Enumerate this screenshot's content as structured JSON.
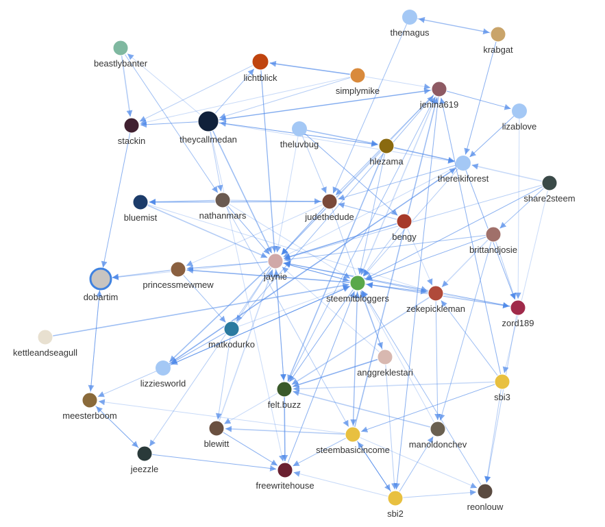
{
  "graph": {
    "type": "directed-network",
    "colors": {
      "edge": "#4a86e8",
      "default_node": "#a4c8f5",
      "highlight_ring": "#3f82e0",
      "label": "#333333"
    },
    "nodes": [
      {
        "id": "themagus",
        "avatar": "default"
      },
      {
        "id": "krabgat",
        "avatar": "#c9a46a"
      },
      {
        "id": "beastlybanter",
        "avatar": "#7fb8a0"
      },
      {
        "id": "lichtblick",
        "avatar": "#c0440e"
      },
      {
        "id": "simplymike",
        "avatar": "#d98a3c"
      },
      {
        "id": "jenina619",
        "avatar": "#8e5a63"
      },
      {
        "id": "lizablove",
        "avatar": "default"
      },
      {
        "id": "stackin",
        "avatar": "#402030"
      },
      {
        "id": "theycallmedan",
        "avatar": "#10203a"
      },
      {
        "id": "theluvbug",
        "avatar": "default"
      },
      {
        "id": "hlezama",
        "avatar": "#8a6a10"
      },
      {
        "id": "thereikiforest",
        "avatar": "default"
      },
      {
        "id": "share2steem",
        "avatar": "#3a4a48"
      },
      {
        "id": "bluemist",
        "avatar": "#1c3c6a"
      },
      {
        "id": "nathanmars",
        "avatar": "#6a5a50"
      },
      {
        "id": "judethedude",
        "avatar": "#7a4a3a"
      },
      {
        "id": "bengy",
        "avatar": "#a63a2a"
      },
      {
        "id": "brittandjosie",
        "avatar": "#a0706a"
      },
      {
        "id": "dobartim",
        "avatar": "#c8c4c0",
        "highlight": true
      },
      {
        "id": "princessmewmew",
        "avatar": "#8a6040"
      },
      {
        "id": "jaynie",
        "avatar": "#d0a8a8"
      },
      {
        "id": "steemitbloggers",
        "avatar": "#5aa84a"
      },
      {
        "id": "zekepickleman",
        "avatar": "#b04a3a"
      },
      {
        "id": "zord189",
        "avatar": "#a02a4a"
      },
      {
        "id": "kettleandseagull",
        "avatar": "#e8e0d0"
      },
      {
        "id": "matkodurko",
        "avatar": "#2a7aa0"
      },
      {
        "id": "anggreklestari",
        "avatar": "#d8b8b0"
      },
      {
        "id": "lizziesworld",
        "avatar": "default"
      },
      {
        "id": "sbi3",
        "avatar": "#e8c040"
      },
      {
        "id": "meesterboom",
        "avatar": "#8a6a3a"
      },
      {
        "id": "felt.buzz",
        "avatar": "#3a5a2a"
      },
      {
        "id": "blewitt",
        "avatar": "#6a5040"
      },
      {
        "id": "steembasicincome",
        "avatar": "#e8c040"
      },
      {
        "id": "manoldonchev",
        "avatar": "#6a6050"
      },
      {
        "id": "jeezzle",
        "avatar": "#2a3a3a"
      },
      {
        "id": "freewritehouse",
        "avatar": "#6a2030"
      },
      {
        "id": "sbi2",
        "avatar": "#e8c040"
      },
      {
        "id": "reonlouw",
        "avatar": "#5a4a40"
      }
    ],
    "edges": [
      [
        "krabgat",
        "themagus"
      ],
      [
        "themagus",
        "krabgat"
      ],
      [
        "themagus",
        "judethedude"
      ],
      [
        "krabgat",
        "thereikiforest"
      ],
      [
        "simplymike",
        "jenina619"
      ],
      [
        "theycallmedan",
        "jenina619"
      ],
      [
        "theycallmedan",
        "lichtblick"
      ],
      [
        "theycallmedan",
        "stackin"
      ],
      [
        "theycallmedan",
        "beastlybanter"
      ],
      [
        "theycallmedan",
        "nathanmars"
      ],
      [
        "theycallmedan",
        "jaynie"
      ],
      [
        "theycallmedan",
        "hlezama"
      ],
      [
        "theycallmedan",
        "thereikiforest"
      ],
      [
        "lichtblick",
        "stackin"
      ],
      [
        "lichtblick",
        "jaynie"
      ],
      [
        "simplymike",
        "lichtblick"
      ],
      [
        "simplymike",
        "stackin"
      ],
      [
        "simplymike",
        "theycallmedan"
      ],
      [
        "jenina619",
        "theycallmedan"
      ],
      [
        "jenina619",
        "lizablove"
      ],
      [
        "jenina619",
        "steemitbloggers"
      ],
      [
        "jenina619",
        "jaynie"
      ],
      [
        "jenina619",
        "judethedude"
      ],
      [
        "lizablove",
        "thereikiforest"
      ],
      [
        "lizablove",
        "zord189"
      ],
      [
        "beastlybanter",
        "stackin"
      ],
      [
        "beastlybanter",
        "nathanmars"
      ],
      [
        "stackin",
        "dobartim"
      ],
      [
        "theluvbug",
        "jaynie"
      ],
      [
        "theluvbug",
        "judethedude"
      ],
      [
        "theluvbug",
        "hlezama"
      ],
      [
        "theluvbug",
        "bengy"
      ],
      [
        "hlezama",
        "theycallmedan"
      ],
      [
        "hlezama",
        "jaynie"
      ],
      [
        "hlezama",
        "steemitbloggers"
      ],
      [
        "hlezama",
        "thereikiforest"
      ],
      [
        "thereikiforest",
        "jaynie"
      ],
      [
        "thereikiforest",
        "steemitbloggers"
      ],
      [
        "thereikiforest",
        "judethedude"
      ],
      [
        "thereikiforest",
        "zord189"
      ],
      [
        "share2steem",
        "thereikiforest"
      ],
      [
        "share2steem",
        "jaynie"
      ],
      [
        "share2steem",
        "brittandjosie"
      ],
      [
        "share2steem",
        "steemitbloggers"
      ],
      [
        "share2steem",
        "sbi3"
      ],
      [
        "bluemist",
        "jaynie"
      ],
      [
        "nathanmars",
        "bluemist"
      ],
      [
        "nathanmars",
        "jaynie"
      ],
      [
        "nathanmars",
        "steemitbloggers"
      ],
      [
        "nathanmars",
        "judethedude"
      ],
      [
        "judethedude",
        "bluemist"
      ],
      [
        "judethedude",
        "jaynie"
      ],
      [
        "judethedude",
        "princessmewmew"
      ],
      [
        "judethedude",
        "anggreklestari"
      ],
      [
        "bengy",
        "judethedude"
      ],
      [
        "bengy",
        "jaynie"
      ],
      [
        "bengy",
        "zekepickleman"
      ],
      [
        "bengy",
        "steemitbloggers"
      ],
      [
        "brittandjosie",
        "jaynie"
      ],
      [
        "brittandjosie",
        "steemitbloggers"
      ],
      [
        "brittandjosie",
        "zekepickleman"
      ],
      [
        "brittandjosie",
        "zord189"
      ],
      [
        "brittandjosie",
        "manoldonchev"
      ],
      [
        "dobartim",
        "meesterboom"
      ],
      [
        "meesterboom",
        "dobartim"
      ],
      [
        "princessmewmew",
        "dobartim"
      ],
      [
        "princessmewmew",
        "matkodurko"
      ],
      [
        "jaynie",
        "princessmewmew"
      ],
      [
        "jaynie",
        "dobartim"
      ],
      [
        "jaynie",
        "matkodurko"
      ],
      [
        "jaynie",
        "lizziesworld"
      ],
      [
        "jaynie",
        "steemitbloggers"
      ],
      [
        "jaynie",
        "felt.buzz"
      ],
      [
        "jaynie",
        "jeezzle"
      ],
      [
        "steemitbloggers",
        "jaynie"
      ],
      [
        "steemitbloggers",
        "princessmewmew"
      ],
      [
        "steemitbloggers",
        "zekepickleman"
      ],
      [
        "steemitbloggers",
        "zord189"
      ],
      [
        "steemitbloggers",
        "lizziesworld"
      ],
      [
        "steemitbloggers",
        "felt.buzz"
      ],
      [
        "steemitbloggers",
        "steembasicincome"
      ],
      [
        "steemitbloggers",
        "meesterboom"
      ],
      [
        "zekepickleman",
        "jaynie"
      ],
      [
        "zekepickleman",
        "steemitbloggers"
      ],
      [
        "zekepickleman",
        "zord189"
      ],
      [
        "zekepickleman",
        "felt.buzz"
      ],
      [
        "zekepickleman",
        "manoldonchev"
      ],
      [
        "zord189",
        "jaynie"
      ],
      [
        "zord189",
        "steemitbloggers"
      ],
      [
        "zord189",
        "reonlouw"
      ],
      [
        "kettleandseagull",
        "steemitbloggers"
      ],
      [
        "matkodurko",
        "lizziesworld"
      ],
      [
        "matkodurko",
        "steemitbloggers"
      ],
      [
        "matkodurko",
        "blewitt"
      ],
      [
        "anggreklestari",
        "steemitbloggers"
      ],
      [
        "anggreklestari",
        "felt.buzz"
      ],
      [
        "anggreklestari",
        "jaynie"
      ],
      [
        "anggreklestari",
        "sbi2"
      ],
      [
        "lizziesworld",
        "steemitbloggers"
      ],
      [
        "sbi3",
        "steembasicincome"
      ],
      [
        "sbi3",
        "felt.buzz"
      ],
      [
        "sbi3",
        "reonlouw"
      ],
      [
        "sbi3",
        "zekepickleman"
      ],
      [
        "sbi3",
        "jenina619"
      ],
      [
        "steembasicincome",
        "meesterboom"
      ],
      [
        "steembasicincome",
        "blewitt"
      ],
      [
        "steembasicincome",
        "freewritehouse"
      ],
      [
        "steembasicincome",
        "sbi2"
      ],
      [
        "steembasicincome",
        "reonlouw"
      ],
      [
        "steembasicincome",
        "steemitbloggers"
      ],
      [
        "steembasicincome",
        "jenina619"
      ],
      [
        "sbi2",
        "steembasicincome"
      ],
      [
        "sbi2",
        "freewritehouse"
      ],
      [
        "sbi2",
        "reonlouw"
      ],
      [
        "sbi2",
        "manoldonchev"
      ],
      [
        "felt.buzz",
        "freewritehouse"
      ],
      [
        "felt.buzz",
        "blewitt"
      ],
      [
        "felt.buzz",
        "jaynie"
      ],
      [
        "felt.buzz",
        "jenina619"
      ],
      [
        "blewitt",
        "freewritehouse"
      ],
      [
        "blewitt",
        "jaynie"
      ],
      [
        "meesterboom",
        "jeezzle"
      ],
      [
        "jeezzle",
        "meesterboom"
      ],
      [
        "jeezzle",
        "freewritehouse"
      ],
      [
        "manoldonchev",
        "steemitbloggers"
      ],
      [
        "manoldonchev",
        "felt.buzz"
      ],
      [
        "reonlouw",
        "steemitbloggers"
      ],
      [
        "freewritehouse",
        "steemitbloggers"
      ],
      [
        "theycallmedan",
        "freewritehouse"
      ],
      [
        "lichtblick",
        "felt.buzz"
      ],
      [
        "hlezama",
        "felt.buzz"
      ],
      [
        "jenina619",
        "sbi2"
      ],
      [
        "bluemist",
        "zekepickleman"
      ],
      [
        "nathanmars",
        "steembasicincome"
      ],
      [
        "matkodurko",
        "jenina619"
      ],
      [
        "lizziesworld",
        "thereikiforest"
      ]
    ]
  }
}
